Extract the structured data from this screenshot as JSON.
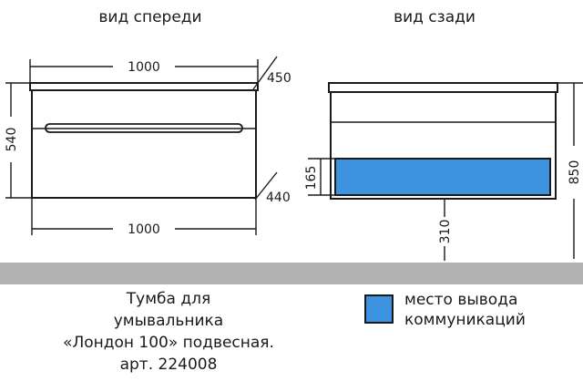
{
  "colors": {
    "communications": "#3d93e0",
    "line": "#1a1a1a",
    "band": "#b3b3b3"
  },
  "front_view": {
    "title": "вид спереди",
    "dim_width_top": "1000",
    "dim_width_bottom": "1000",
    "dim_height": "540",
    "dim_depth_top": "450",
    "dim_depth_bottom": "440"
  },
  "back_view": {
    "title": "вид сзади",
    "dim_opening_height": "165",
    "dim_total_height": "850",
    "dim_floor_gap": "310"
  },
  "caption": {
    "line1": "Тумба для",
    "line2": "умывальника",
    "line3": "«Лондон 100» подвесная.",
    "line4": "арт. 224008"
  },
  "legend": {
    "line1": "место вывода",
    "line2": "коммуникаций"
  }
}
